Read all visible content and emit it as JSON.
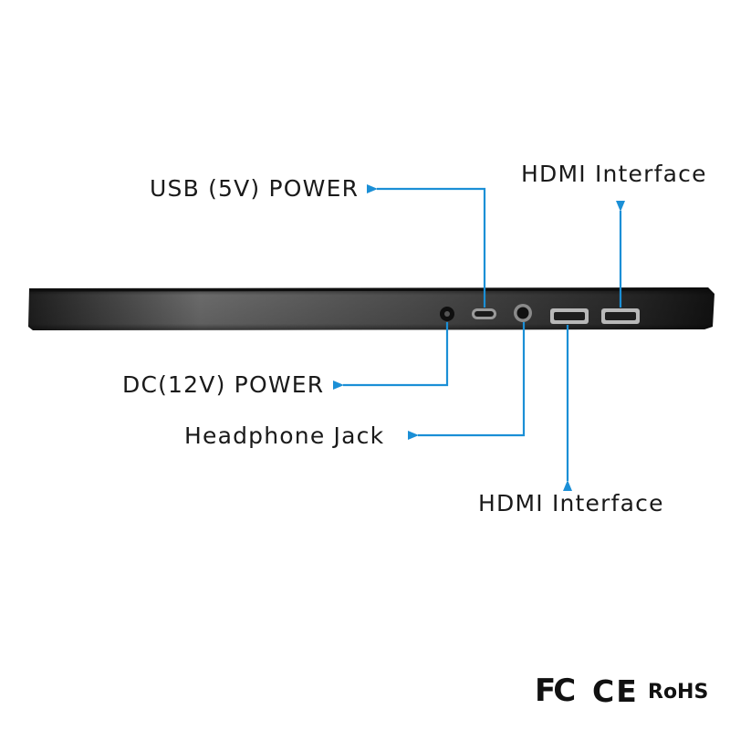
{
  "labels": {
    "usb_power": "USB (5V) POWER",
    "hdmi_top": "HDMI Interface",
    "dc_power": "DC(12V) POWER",
    "headphone_jack": "Headphone Jack",
    "hdmi_bottom": "HDMI Interface"
  },
  "certifications": {
    "fc": "FC",
    "ce": "CE",
    "rohs": "RoHS"
  },
  "colors": {
    "arrow": "#1b8fd6",
    "device_dark": "#1c1c1c",
    "device_mid": "#5a5a5a",
    "label_text": "#1a1a1a"
  },
  "icons": {
    "dc_port": "dc-barrel-port-icon",
    "usb_port": "usb-c-port-icon",
    "jack_port": "headphone-jack-icon",
    "hdmi_port": "hdmi-port-icon"
  }
}
